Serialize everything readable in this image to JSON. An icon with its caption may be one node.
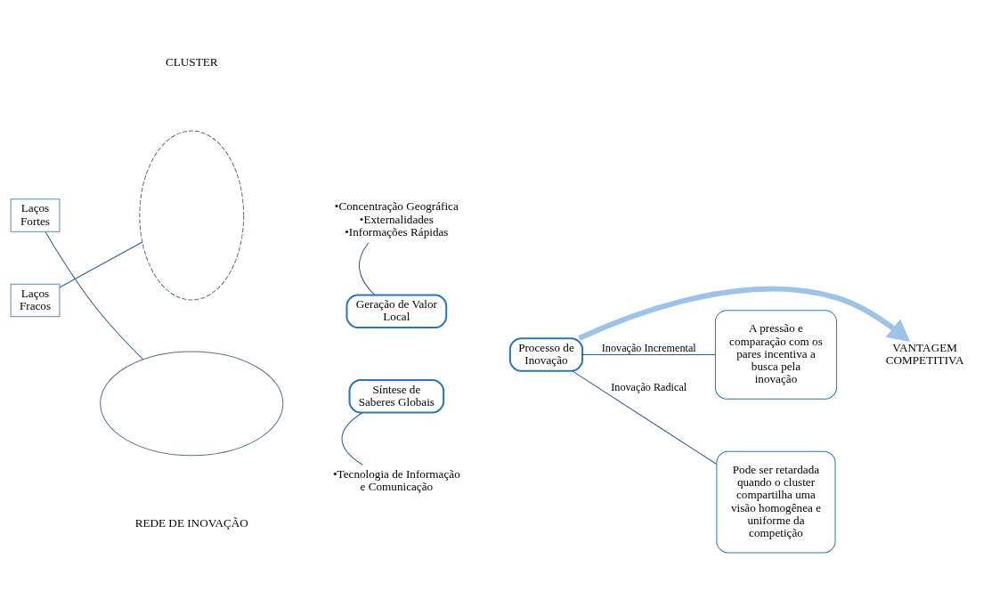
{
  "diagram": {
    "nodes": [
      {
        "text": [],
        "shape": "ellipse"
      },
      {
        "text": [],
        "shape": "ellipse"
      },
      {
        "text": [
          "Laços Fortes"
        ]
      },
      {
        "text": [
          "Laços Fracos"
        ]
      },
      {
        "text": [
          "•Concentração Geográfica",
          "•Externalidades",
          "•Informações Rápidas"
        ]
      },
      {
        "text": [
          "Geração de Valor Local"
        ]
      },
      {
        "text": [
          "Síntese de Saberes Globais"
        ]
      },
      {
        "text": [
          "•Tecnologia de Informação e Comunicação"
        ]
      },
      {
        "text": [
          "Processo de Inovação"
        ]
      },
      {
        "text": [
          "A pressão e comparação com os pares incentiva a busca pela inovação"
        ]
      },
      {
        "text": [
          "Pode ser retardada quando o cluster compartilha uma visão homogênea e uniforme da competição"
        ]
      },
      {
        "text": [
          "VANTAGEM COMPETITIVA"
        ]
      }
    ],
    "edges": [
      {
        "from": 2,
        "to": 1,
        "arrow": "none"
      },
      {
        "from": 3,
        "to": 0,
        "arrow": "none"
      },
      {
        "from": 4,
        "to": 5,
        "arrow": "none"
      },
      {
        "from": 6,
        "to": 7,
        "arrow": "none"
      },
      {
        "from": 8,
        "to": 9,
        "arrow": "none",
        "label": "Inovação Incremental"
      },
      {
        "from": 8,
        "to": 10,
        "arrow": "none",
        "label": "Inovação Radical"
      },
      {
        "from": 8,
        "to": 11,
        "arrow": "to",
        "style": "thick",
        "color": "#9dc3e6"
      }
    ],
    "labels": [
      "CLUSTER",
      "REDE DE INOVAÇÃO"
    ]
  }
}
